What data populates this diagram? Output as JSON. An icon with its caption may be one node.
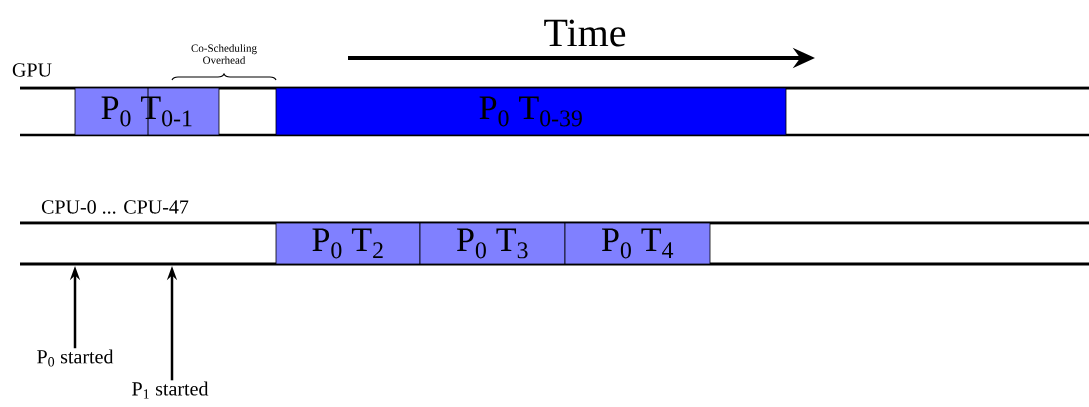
{
  "diagram": {
    "nodes": [
      {
        "text": [
          "P$_{0}$ T$_{0-1}$"
        ]
      },
      {
        "text": [
          "P$_{0}$ T$_{0-39}$"
        ]
      },
      {
        "text": [
          "P$_{0}$ T$_{2}$"
        ]
      },
      {
        "text": [
          "P$_{0}$ T$_{3}$"
        ]
      },
      {
        "text": [
          "P$_{0}$ T$_{4}$"
        ]
      },
      {
        "text": [
          "P$_{0}$ started"
        ]
      },
      {
        "text": [
          "P$_{1}$ started"
        ]
      }
    ],
    "edges": [
      {
        "from": 5,
        "to": null,
        "arrow": "to"
      },
      {
        "from": 6,
        "to": null,
        "arrow": "to"
      }
    ],
    "labels": [
      "Time",
      "Co-Scheduling Overhead",
      "GPU",
      "CPU-0 ... CPU-47"
    ]
  }
}
